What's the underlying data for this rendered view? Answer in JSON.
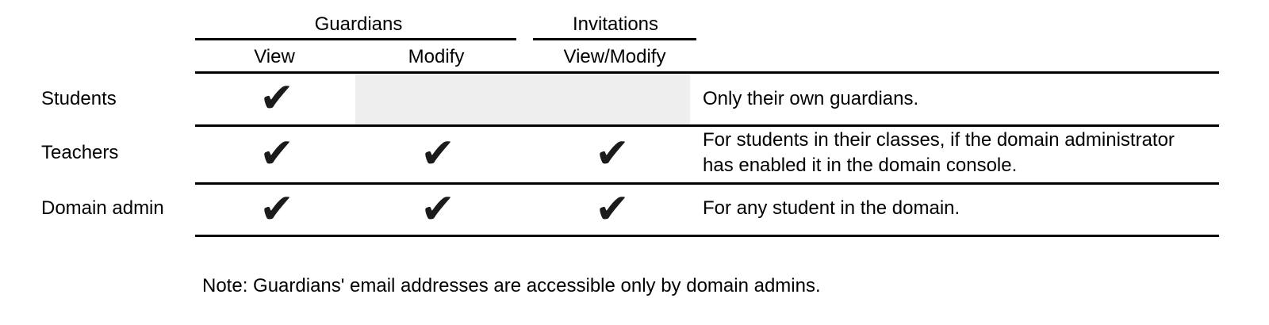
{
  "colors": {
    "background": "#ffffff",
    "rule": "#000000",
    "text": "#000000",
    "check": "#1b1b1b",
    "disabled_cell_bg": "#eeeeee"
  },
  "icons": {
    "check": "✔"
  },
  "table": {
    "column_groups": [
      {
        "label": "Guardians",
        "columns": [
          "View",
          "Modify"
        ]
      },
      {
        "label": "Invitations",
        "columns": [
          "View/Modify"
        ]
      }
    ],
    "rows": [
      {
        "label": "Students",
        "guardians_view": true,
        "guardians_modify": false,
        "invitations_view_modify": false,
        "disabled_cells": true,
        "note": "Only their own guardians."
      },
      {
        "label": "Teachers",
        "guardians_view": true,
        "guardians_modify": true,
        "invitations_view_modify": true,
        "disabled_cells": false,
        "note": "For students in their classes, if the domain administrator has enabled it in the domain console."
      },
      {
        "label": "Domain admin",
        "guardians_view": true,
        "guardians_modify": true,
        "invitations_view_modify": true,
        "disabled_cells": false,
        "note": "For any student in the domain."
      }
    ]
  },
  "footnote": "Note: Guardians' email addresses are accessible only by domain admins."
}
